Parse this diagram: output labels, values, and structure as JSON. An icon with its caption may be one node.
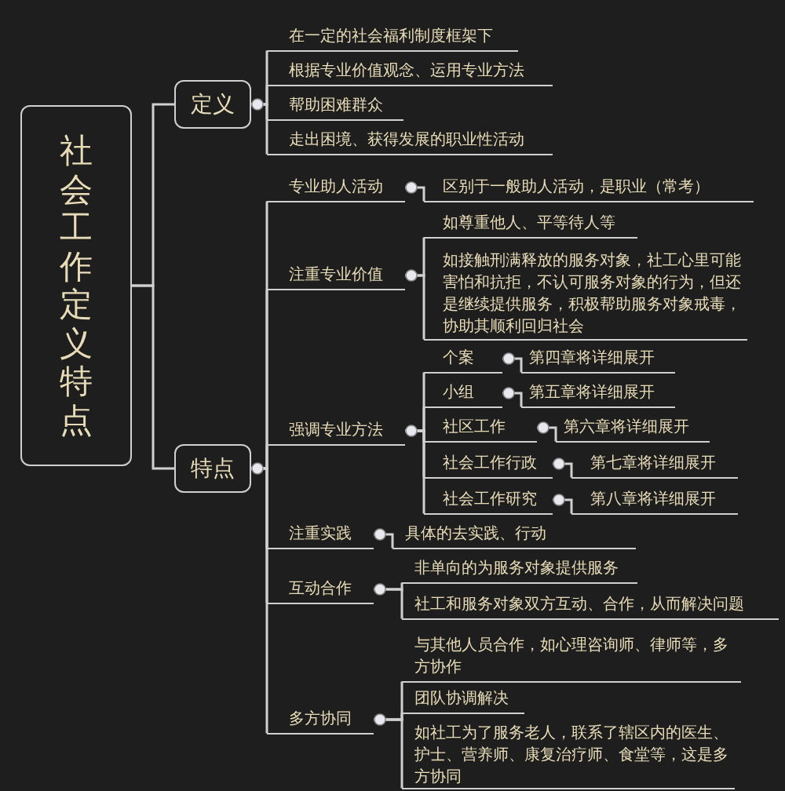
{
  "diagram": {
    "nodes": [
      {
        "text": [
          "社会工作定义特点"
        ]
      },
      {
        "text": [
          "定义"
        ]
      },
      {
        "text": [
          "特点"
        ]
      },
      {
        "text": [
          "在一定的社会福利制度框架下"
        ]
      },
      {
        "text": [
          "根据专业价值观念、运用专业方法"
        ]
      },
      {
        "text": [
          "帮助困难群众"
        ]
      },
      {
        "text": [
          "走出困境、获得发展的职业性活动"
        ]
      },
      {
        "text": [
          "专业助人活动"
        ]
      },
      {
        "text": [
          "区别于一般助人活动，是职业（常考）"
        ]
      },
      {
        "text": [
          "注重专业价值"
        ]
      },
      {
        "text": [
          "如尊重他人、平等待人等"
        ]
      },
      {
        "text": [
          "如接触刑满释放的服务对象，社工心里可能害怕和抗拒，不认可服务对象的行为，但还是继续提供服务，积极帮助服务对象戒毒，协助其顺利回归社会"
        ]
      },
      {
        "text": [
          "强调专业方法"
        ]
      },
      {
        "text": [
          "个案"
        ]
      },
      {
        "text": [
          "第四章将详细展开"
        ]
      },
      {
        "text": [
          "小组"
        ]
      },
      {
        "text": [
          "第五章将详细展开"
        ]
      },
      {
        "text": [
          "社区工作"
        ]
      },
      {
        "text": [
          "第六章将详细展开"
        ]
      },
      {
        "text": [
          "社会工作行政"
        ]
      },
      {
        "text": [
          "第七章将详细展开"
        ]
      },
      {
        "text": [
          "社会工作研究"
        ]
      },
      {
        "text": [
          "第八章将详细展开"
        ]
      },
      {
        "text": [
          "注重实践"
        ]
      },
      {
        "text": [
          "具体的去实践、行动"
        ]
      },
      {
        "text": [
          "互动合作"
        ]
      },
      {
        "text": [
          "非单向的为服务对象提供服务"
        ]
      },
      {
        "text": [
          "社工和服务对象双方互动、合作，从而解决问题"
        ]
      },
      {
        "text": [
          "多方协同"
        ]
      },
      {
        "text": [
          "与其他人员合作，如心理咨询师、律师等，多方协作"
        ]
      },
      {
        "text": [
          "团队协调解决"
        ]
      },
      {
        "text": [
          "如社工为了服务老人，联系了辖区内的医生、护士、营养师、康复治疗师、食堂等，这是多方协同"
        ]
      }
    ],
    "edges": [
      {
        "from": 0,
        "to": 1,
        "arrow": "none"
      },
      {
        "from": 0,
        "to": 2,
        "arrow": "none"
      },
      {
        "from": 1,
        "to": 3,
        "arrow": "none"
      },
      {
        "from": 1,
        "to": 4,
        "arrow": "none"
      },
      {
        "from": 1,
        "to": 5,
        "arrow": "none"
      },
      {
        "from": 1,
        "to": 6,
        "arrow": "none"
      },
      {
        "from": 2,
        "to": 7,
        "arrow": "none"
      },
      {
        "from": 2,
        "to": 9,
        "arrow": "none"
      },
      {
        "from": 2,
        "to": 12,
        "arrow": "none"
      },
      {
        "from": 2,
        "to": 23,
        "arrow": "none"
      },
      {
        "from": 2,
        "to": 25,
        "arrow": "none"
      },
      {
        "from": 2,
        "to": 28,
        "arrow": "none"
      },
      {
        "from": 7,
        "to": 8,
        "arrow": "none"
      },
      {
        "from": 9,
        "to": 10,
        "arrow": "none"
      },
      {
        "from": 9,
        "to": 11,
        "arrow": "none"
      },
      {
        "from": 12,
        "to": 13,
        "arrow": "none"
      },
      {
        "from": 12,
        "to": 15,
        "arrow": "none"
      },
      {
        "from": 12,
        "to": 17,
        "arrow": "none"
      },
      {
        "from": 12,
        "to": 19,
        "arrow": "none"
      },
      {
        "from": 12,
        "to": 21,
        "arrow": "none"
      },
      {
        "from": 13,
        "to": 14,
        "arrow": "none"
      },
      {
        "from": 15,
        "to": 16,
        "arrow": "none"
      },
      {
        "from": 17,
        "to": 18,
        "arrow": "none"
      },
      {
        "from": 19,
        "to": 20,
        "arrow": "none"
      },
      {
        "from": 21,
        "to": 22,
        "arrow": "none"
      },
      {
        "from": 23,
        "to": 24,
        "arrow": "none"
      },
      {
        "from": 25,
        "to": 26,
        "arrow": "none"
      },
      {
        "from": 25,
        "to": 27,
        "arrow": "none"
      },
      {
        "from": 28,
        "to": 29,
        "arrow": "none"
      },
      {
        "from": 28,
        "to": 30,
        "arrow": "none"
      },
      {
        "from": 28,
        "to": 31,
        "arrow": "none"
      }
    ]
  }
}
